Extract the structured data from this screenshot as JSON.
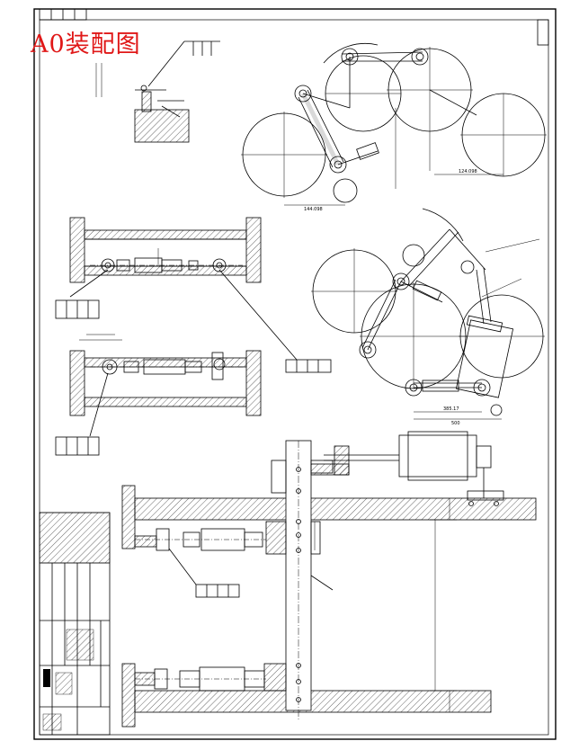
{
  "drawing": {
    "title": "A0装配图",
    "accent_color": "#e01818",
    "line_color": "#000000",
    "dims": {
      "d1": "144.098",
      "d2": "124.098",
      "d3": "385.17",
      "d4": "500"
    }
  }
}
